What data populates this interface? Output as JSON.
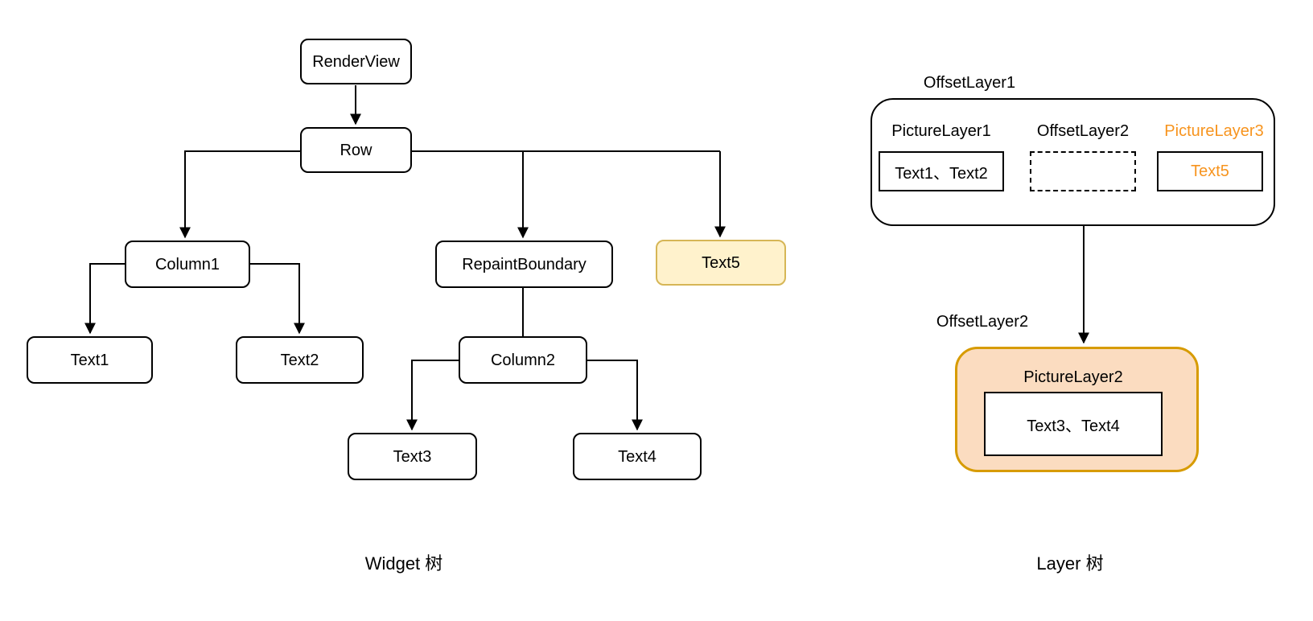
{
  "colors": {
    "highlight_fill": "#FFF2CC",
    "highlight_stroke": "#D6B656",
    "container_fill": "#FBDCC0",
    "container_stroke": "#D79B00",
    "orange_text": "#F7941E",
    "line_color": "#000000"
  },
  "widget_tree": {
    "caption": "Widget 树",
    "nodes": [
      {
        "id": "renderview",
        "label": "RenderView"
      },
      {
        "id": "row",
        "label": "Row"
      },
      {
        "id": "column1",
        "label": "Column1"
      },
      {
        "id": "repaintboundary",
        "label": "RepaintBoundary"
      },
      {
        "id": "text5",
        "label": "Text5",
        "highlighted": true
      },
      {
        "id": "text1",
        "label": "Text1"
      },
      {
        "id": "text2",
        "label": "Text2"
      },
      {
        "id": "column2",
        "label": "Column2"
      },
      {
        "id": "text3",
        "label": "Text3"
      },
      {
        "id": "text4",
        "label": "Text4"
      }
    ]
  },
  "layer_tree": {
    "caption": "Layer 树",
    "offset_layer1": {
      "title": "OffsetLayer1",
      "columns": [
        {
          "label": "PictureLayer1",
          "content": "Text1、Text2",
          "box_style": "solid",
          "label_color": "black"
        },
        {
          "label": "OffsetLayer2",
          "content": "",
          "box_style": "dashed",
          "label_color": "black"
        },
        {
          "label": "PictureLayer3",
          "content": "Text5",
          "box_style": "solid",
          "label_color": "orange"
        }
      ]
    },
    "offset_layer2": {
      "title": "OffsetLayer2",
      "inner": {
        "label": "PictureLayer2",
        "content": "Text3、Text4"
      }
    }
  }
}
